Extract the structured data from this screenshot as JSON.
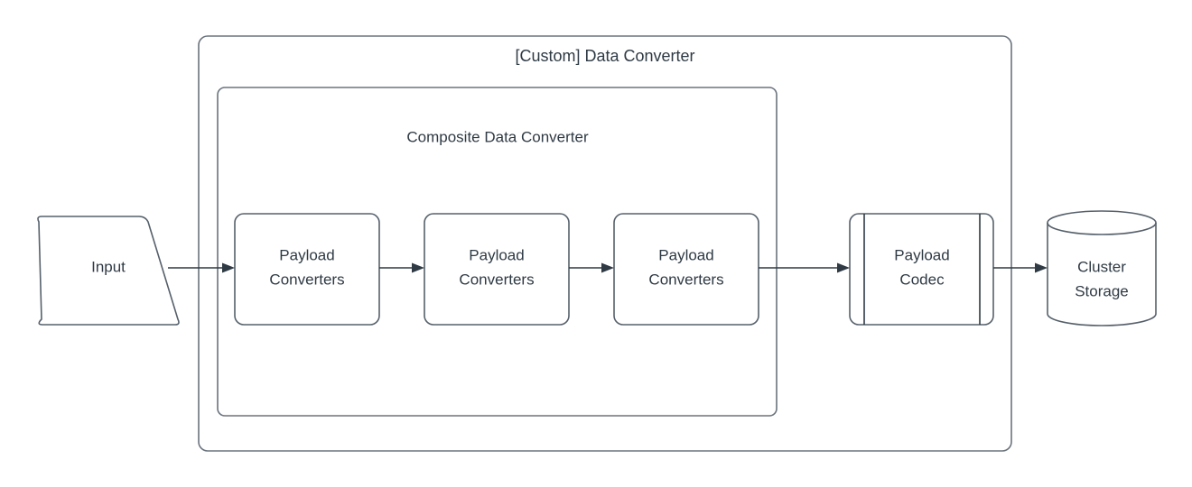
{
  "diagram": {
    "title": "[Custom] Data Converter",
    "background_color": "#ffffff",
    "stroke_color": "#56606b",
    "text_color": "#2f3a44",
    "containers": [
      {
        "id": "custom-data-converter",
        "label": "[Custom] Data Converter"
      },
      {
        "id": "composite-data-converter",
        "label": "Composite Data Converter"
      }
    ],
    "nodes": [
      {
        "id": "input",
        "label": "Input",
        "shape": "parallelogram"
      },
      {
        "id": "payload-converters-1",
        "label_line1": "Payload",
        "label_line2": "Converters",
        "shape": "rounded-rect"
      },
      {
        "id": "payload-converters-2",
        "label_line1": "Payload",
        "label_line2": "Converters",
        "shape": "rounded-rect"
      },
      {
        "id": "payload-converters-3",
        "label_line1": "Payload",
        "label_line2": "Converters",
        "shape": "rounded-rect"
      },
      {
        "id": "payload-codec",
        "label_line1": "Payload",
        "label_line2": "Codec",
        "shape": "process"
      },
      {
        "id": "cluster-storage",
        "label_line1": "Cluster",
        "label_line2": "Storage",
        "shape": "cylinder"
      }
    ],
    "edges": [
      {
        "id": "edge-input-to-pc1",
        "from": "input",
        "to": "payload-converters-1"
      },
      {
        "id": "edge-pc1-to-pc2",
        "from": "payload-converters-1",
        "to": "payload-converters-2"
      },
      {
        "id": "edge-pc2-to-pc3",
        "from": "payload-converters-2",
        "to": "payload-converters-3"
      },
      {
        "id": "edge-pc3-to-codec",
        "from": "payload-converters-3",
        "to": "payload-codec"
      },
      {
        "id": "edge-codec-to-storage",
        "from": "payload-codec",
        "to": "cluster-storage"
      }
    ]
  }
}
